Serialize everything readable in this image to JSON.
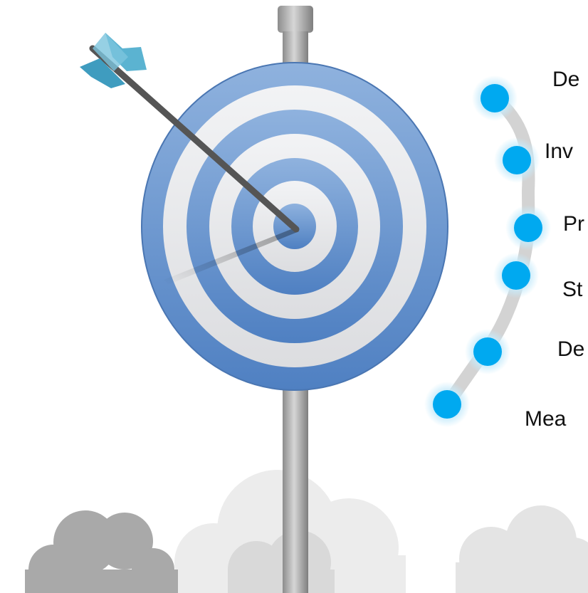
{
  "colors": {
    "target_blue": "#5b8ac6",
    "target_white": "#e8eaee",
    "dot_blue": "#00a9f0",
    "dot_glow": "#b9e3f7",
    "connector_gray": "#d0d0d0",
    "pole_gray": "#a3a3a3",
    "arrow_shaft": "#555555",
    "arrow_fletching": "#4fa9c8",
    "cloud_dark": "#a8a8a8",
    "cloud_light": "#e9e9e9",
    "text": "#111111"
  },
  "icons": {
    "target": "bullseye-target-icon",
    "arrow": "arrow-icon",
    "cloud": "cloud-icon"
  },
  "steps": [
    {
      "label": "De"
    },
    {
      "label": "Inv"
    },
    {
      "label": "Pr"
    },
    {
      "label": "St"
    },
    {
      "label": "De"
    },
    {
      "label": "Mea"
    }
  ]
}
